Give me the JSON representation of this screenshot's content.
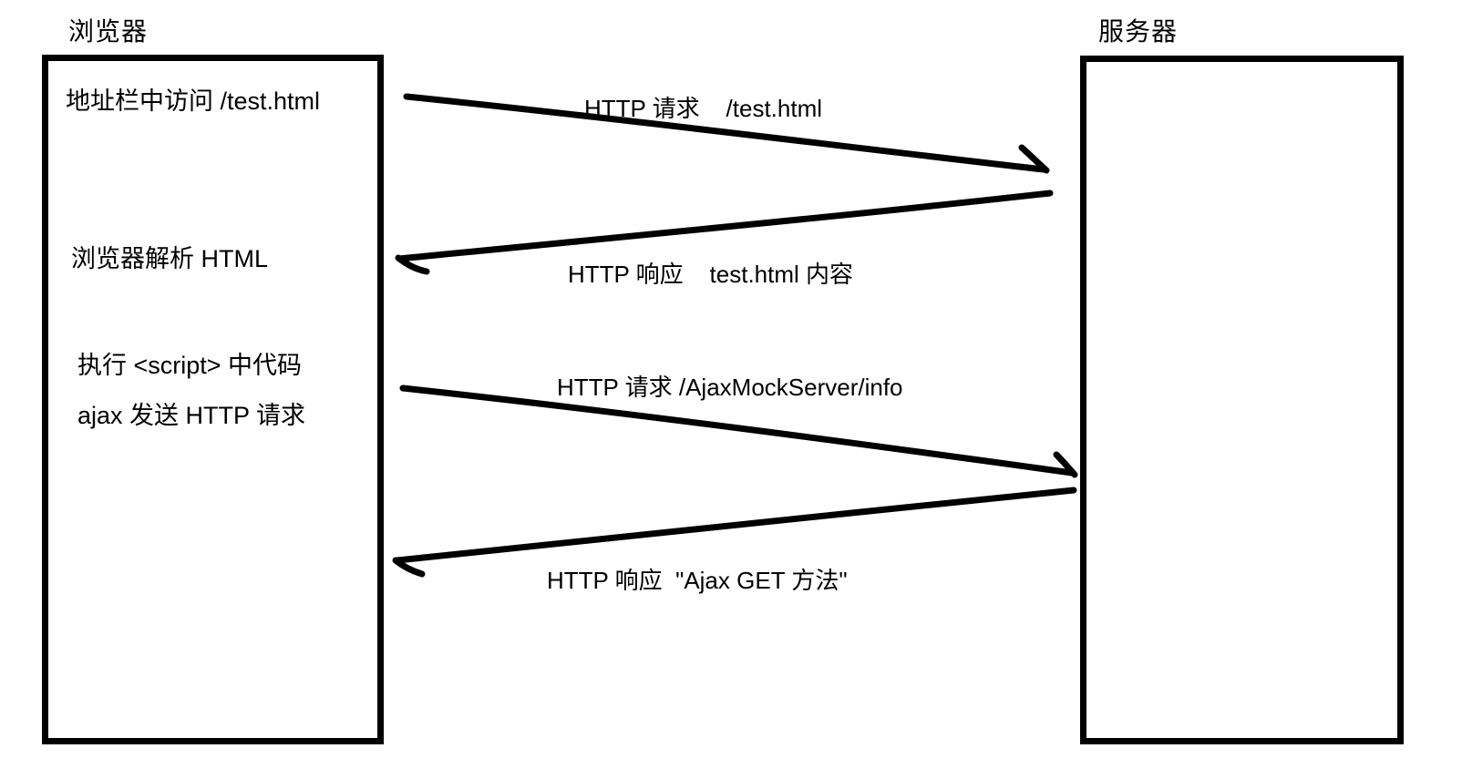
{
  "diagram": {
    "title_implied": "Ajax HTTP request flow",
    "browser": {
      "title": "浏览器",
      "steps": [
        "地址栏中访问 /test.html",
        "浏览器解析 HTML",
        "执行 <script> 中代码",
        "ajax 发送 HTTP 请求"
      ]
    },
    "server": {
      "title": "服务器"
    },
    "messages": [
      {
        "label": "HTTP 请求    /test.html",
        "direction": "browser-to-server"
      },
      {
        "label": "HTTP 响应    test.html 内容",
        "direction": "server-to-browser"
      },
      {
        "label": "HTTP 请求 /AjaxMockServer/info",
        "direction": "browser-to-server"
      },
      {
        "label": "HTTP 响应  \"Ajax GET 方法\"",
        "direction": "server-to-browser"
      }
    ],
    "colors": {
      "stroke": "#000000",
      "background": "#ffffff",
      "text": "#000000"
    }
  }
}
